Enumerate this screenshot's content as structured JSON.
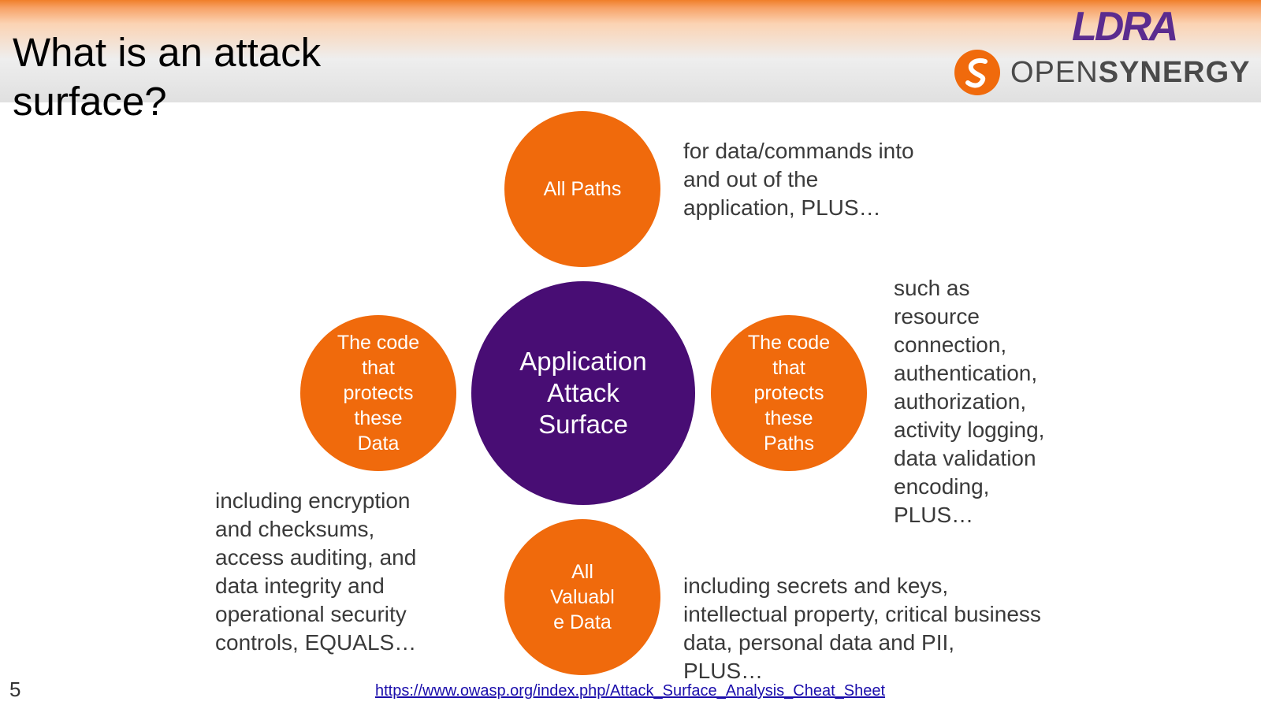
{
  "slide": {
    "title": "What is an attack\nsurface?",
    "page_number": "5",
    "link_text": "https://www.owasp.org/index.php/Attack_Surface_Analysis_Cheat_Sheet"
  },
  "logos": {
    "ldra": "LDRA",
    "opensynergy_open": "OPEN",
    "opensynergy_synergy": "SYNERGY",
    "ldra_color": "#5b2c8f",
    "opensynergy_mark_color": "#f06a0c"
  },
  "diagram": {
    "center": "Application\nAttack\nSurface",
    "top": "All Paths",
    "right": "The code\nthat\nprotects\nthese\nPaths",
    "bottom": "All\nValuabl\ne  Data",
    "left": "The code\nthat\nprotects\nthese\nData"
  },
  "descriptions": {
    "top": "for data/commands into\n and out of the\napplication, PLUS…",
    "right": "such as\nresource\nconnection,\nauthentication,\nauthorization,\nactivity logging,\n data validation\nencoding,\nPLUS…",
    "bottom": "including secrets and keys,\nintellectual property, critical business\n data, personal data and PII,\nPLUS…",
    "left": "including encryption\nand checksums,\naccess auditing, and\n data integrity and\noperational security\ncontrols, EQUALS…"
  },
  "colors": {
    "orange": "#f06a0c",
    "purple": "#480d74",
    "header_accent": "#f07f2a"
  }
}
